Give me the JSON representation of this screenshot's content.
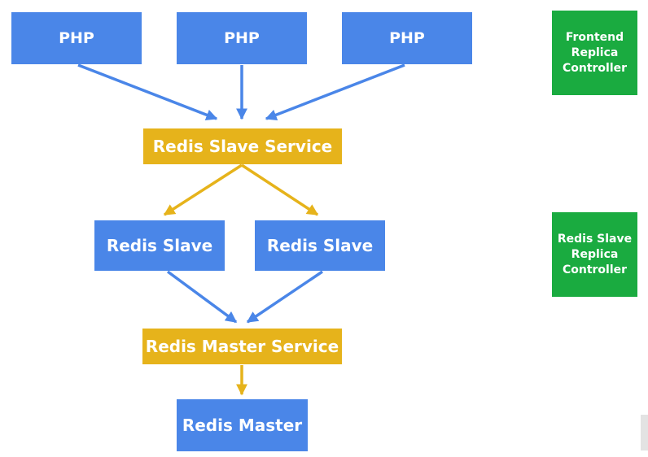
{
  "diagram": {
    "frontend": {
      "nodes": [
        "PHP",
        "PHP",
        "PHP"
      ]
    },
    "redis_slave_service": {
      "label": "Redis Slave Service"
    },
    "redis_slaves": {
      "nodes": [
        "Redis Slave",
        "Redis Slave"
      ]
    },
    "redis_master_service": {
      "label": "Redis Master Service"
    },
    "redis_master": {
      "label": "Redis Master"
    },
    "legend": {
      "frontend_replica_controller": "Frontend\nReplica\nController",
      "redis_slave_replica_controller": "Redis Slave\nReplica\nController"
    },
    "colors": {
      "pod_blue": "#4a86e8",
      "service_yellow": "#e6b31b",
      "controller_green": "#1aab40"
    }
  }
}
